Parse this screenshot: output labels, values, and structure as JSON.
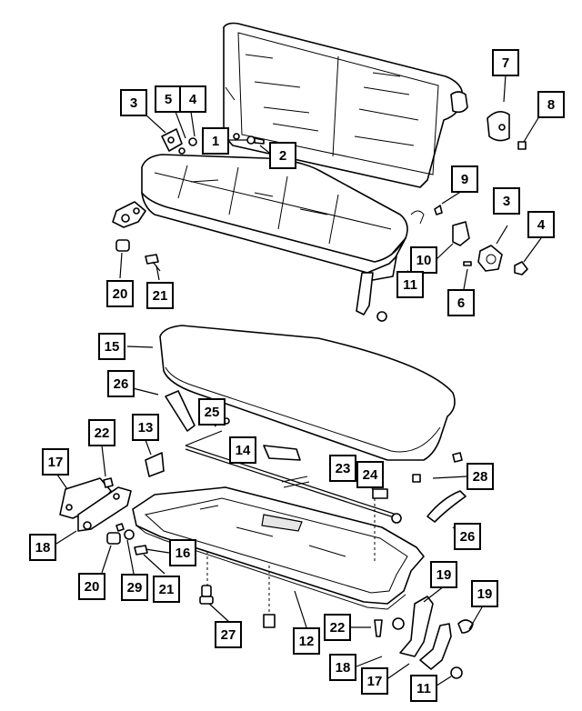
{
  "diagram": {
    "callouts": [
      {
        "id": "c-3a",
        "label": "3"
      },
      {
        "id": "c-5",
        "label": "5"
      },
      {
        "id": "c-4a",
        "label": "4"
      },
      {
        "id": "c-1",
        "label": "1"
      },
      {
        "id": "c-2",
        "label": "2"
      },
      {
        "id": "c-7",
        "label": "7"
      },
      {
        "id": "c-8",
        "label": "8"
      },
      {
        "id": "c-9",
        "label": "9"
      },
      {
        "id": "c-3b",
        "label": "3"
      },
      {
        "id": "c-4b",
        "label": "4"
      },
      {
        "id": "c-10",
        "label": "10"
      },
      {
        "id": "c-11a",
        "label": "11"
      },
      {
        "id": "c-6",
        "label": "6"
      },
      {
        "id": "c-20a",
        "label": "20"
      },
      {
        "id": "c-21a",
        "label": "21"
      },
      {
        "id": "c-15",
        "label": "15"
      },
      {
        "id": "c-26a",
        "label": "26"
      },
      {
        "id": "c-25",
        "label": "25"
      },
      {
        "id": "c-22a",
        "label": "22"
      },
      {
        "id": "c-13",
        "label": "13"
      },
      {
        "id": "c-14",
        "label": "14"
      },
      {
        "id": "c-17a",
        "label": "17"
      },
      {
        "id": "c-23",
        "label": "23"
      },
      {
        "id": "c-24",
        "label": "24"
      },
      {
        "id": "c-28",
        "label": "28"
      },
      {
        "id": "c-26b",
        "label": "26"
      },
      {
        "id": "c-18a",
        "label": "18"
      },
      {
        "id": "c-16",
        "label": "16"
      },
      {
        "id": "c-20b",
        "label": "20"
      },
      {
        "id": "c-29",
        "label": "29"
      },
      {
        "id": "c-21b",
        "label": "21"
      },
      {
        "id": "c-19a",
        "label": "19"
      },
      {
        "id": "c-19b",
        "label": "19"
      },
      {
        "id": "c-27",
        "label": "27"
      },
      {
        "id": "c-12",
        "label": "12"
      },
      {
        "id": "c-22b",
        "label": "22"
      },
      {
        "id": "c-18b",
        "label": "18"
      },
      {
        "id": "c-17b",
        "label": "17"
      },
      {
        "id": "c-11b",
        "label": "11"
      }
    ]
  }
}
